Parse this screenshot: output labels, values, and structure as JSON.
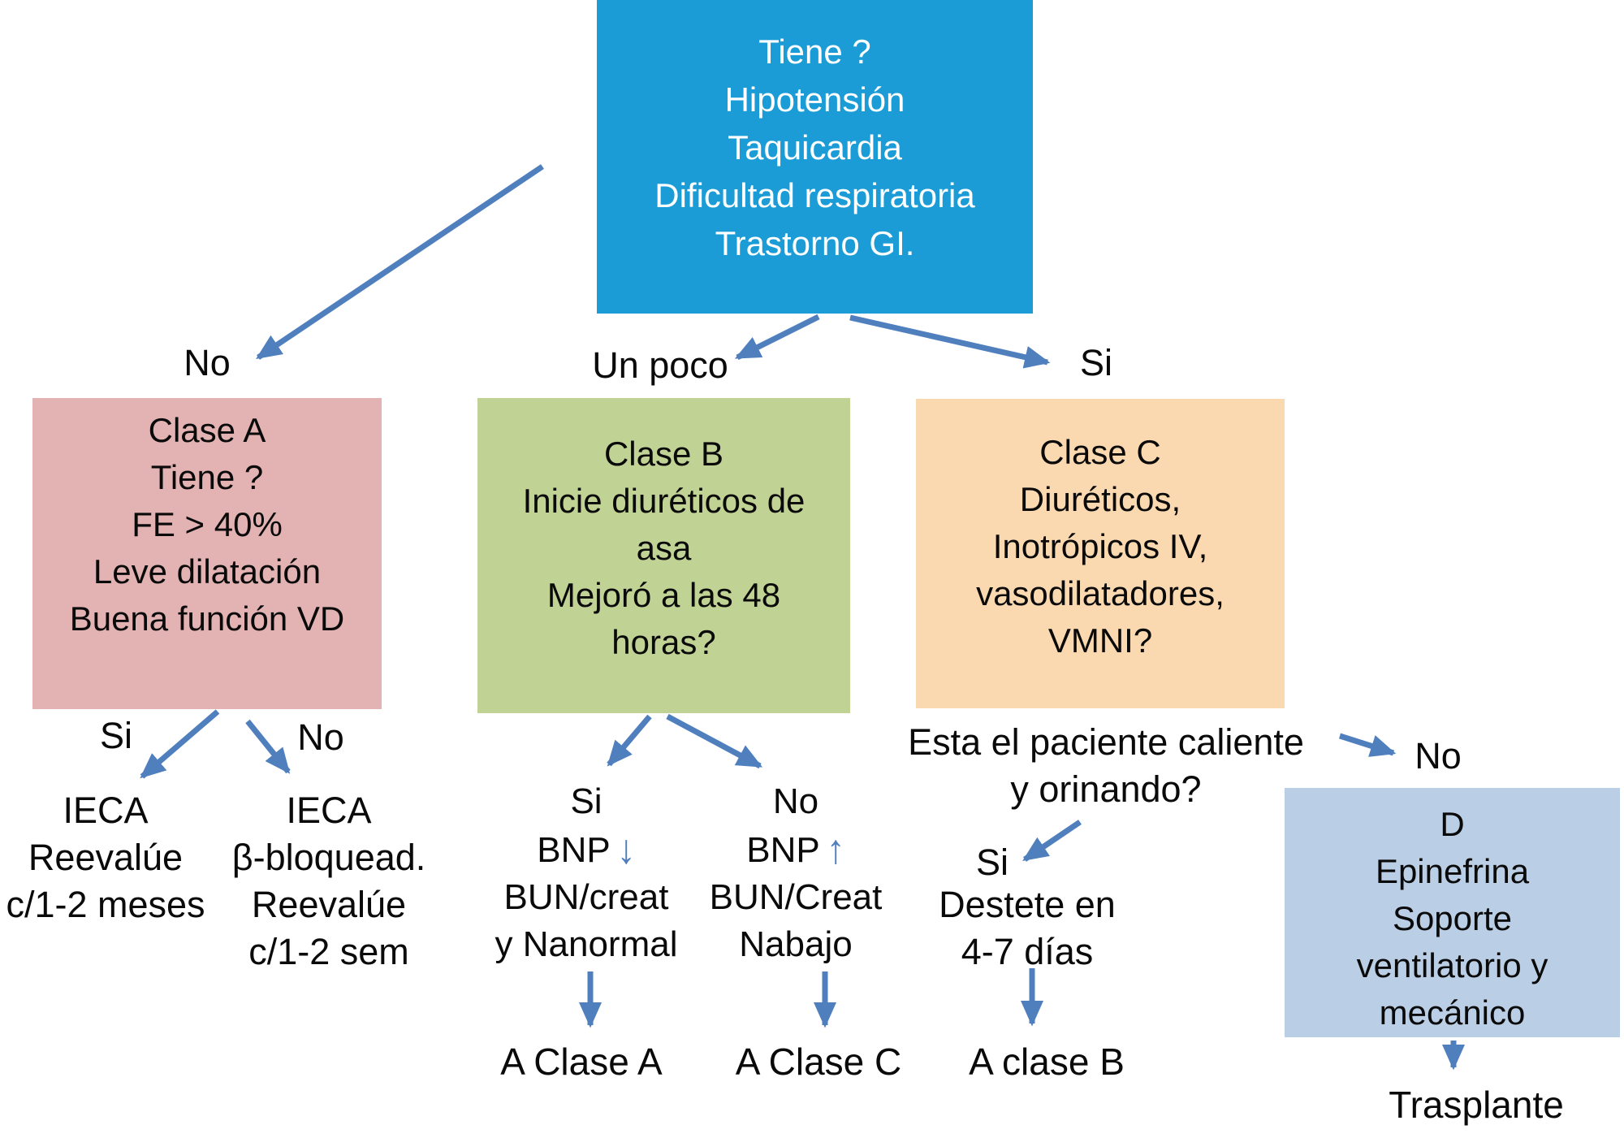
{
  "colors": {
    "root_bg": "#1b9cd6",
    "root_text": "#ffffff",
    "class_a_bg": "#e3b3b3",
    "class_b_bg": "#c1d295",
    "class_c_bg": "#fbd9b0",
    "class_d_bg": "#bacee5",
    "arrow": "#507fbe",
    "text": "#0a0a0a"
  },
  "root": {
    "text": "Tiene ?\nHipotensión\nTaquicardia\nDificultad respiratoria\nTrastorno GI."
  },
  "top_branches": {
    "no": "No",
    "un_poco": "Un poco",
    "si": "Si"
  },
  "class_a": {
    "box": "Clase A\nTiene ?\nFE > 40%\nLeve dilatación\nBuena función VD",
    "yes_label": "Si",
    "no_label": "No",
    "yes_outcome": "IECA\nReevalúe\nc/1-2 meses",
    "no_outcome": "IECA\nβ-bloquead.\nReevalúe\nc/1-2 sem"
  },
  "class_b": {
    "box": "Clase B\nInicie diuréticos de\nasa\nMejoró a las 48\nhoras?",
    "yes": {
      "label": "Si",
      "bnp": "BNP",
      "bnp_trend": "down",
      "bnp_glyph": "↓",
      "labs": "BUN/creat\ny Nanormal",
      "outcome": "A Clase A"
    },
    "no": {
      "label": "No",
      "bnp": "BNP",
      "bnp_trend": "up",
      "bnp_glyph": "↑",
      "labs": "BUN/Creat\nNabajo",
      "outcome": "A Clase C"
    }
  },
  "class_c": {
    "box": "Clase C\nDiuréticos,\nInotrópicos IV,\nvasodilatadores,\nVMNI?",
    "question": "Esta el paciente caliente\ny orinando?",
    "yes_label": "Si",
    "no_label": "No",
    "yes_outcome": "Destete en\n4-7 días",
    "yes_final": "A clase B"
  },
  "class_d": {
    "box": "D\nEpinefrina\nSoporte\nventilatorio y\nmecánico",
    "final": "Trasplante"
  }
}
